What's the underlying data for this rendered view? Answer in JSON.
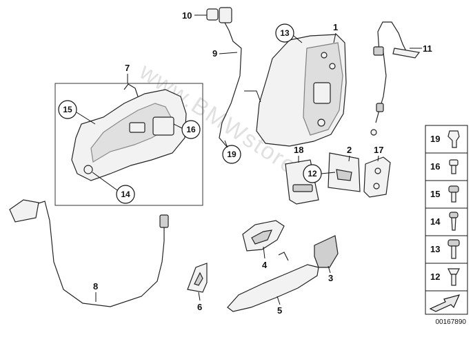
{
  "diagram": {
    "labels": {
      "l1": "1",
      "l2": "2",
      "l3": "3",
      "l4": "4",
      "l5": "5",
      "l6": "6",
      "l7": "7",
      "l8": "8",
      "l9": "9",
      "l10": "10",
      "l11": "11",
      "l12": "12",
      "l13": "13",
      "l14": "14",
      "l15": "15",
      "l16": "16",
      "l17": "17",
      "l18": "18",
      "l19": "19"
    },
    "side_items": [
      "19",
      "16",
      "15",
      "14",
      "13",
      "12"
    ],
    "watermark": "www.BMWstore.pl",
    "code": "00167890"
  }
}
